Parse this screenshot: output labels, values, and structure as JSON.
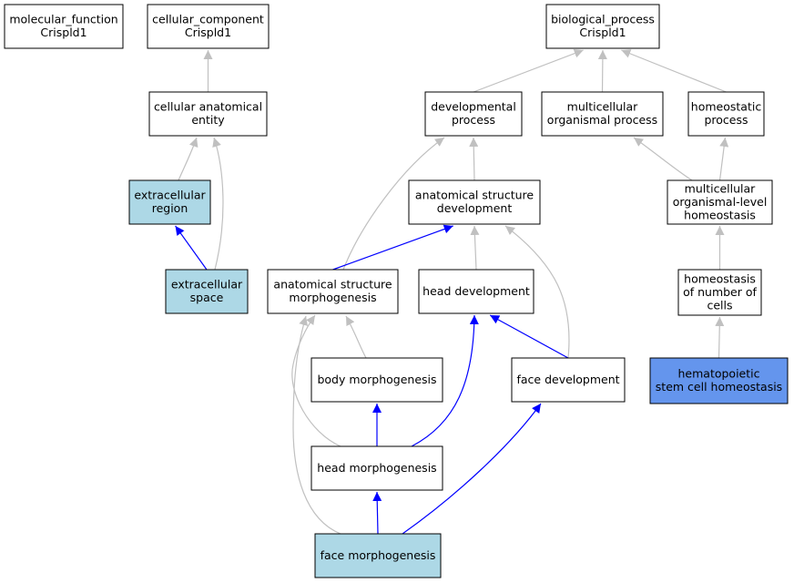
{
  "colors": {
    "default_fill": "#ffffff",
    "highlight_fill": "#add8e6",
    "focus_fill": "#6495ed",
    "gray_edge": "#c0c0c0",
    "blue_edge": "#0000ff"
  },
  "nodes": [
    {
      "id": "mf",
      "lines": [
        "molecular_function",
        "Crispld1"
      ],
      "style": "default"
    },
    {
      "id": "cc",
      "lines": [
        "cellular_component",
        "Crispld1"
      ],
      "style": "default"
    },
    {
      "id": "bp",
      "lines": [
        "biological_process",
        "Crispld1"
      ],
      "style": "default"
    },
    {
      "id": "cae",
      "lines": [
        "cellular anatomical",
        "entity"
      ],
      "style": "default"
    },
    {
      "id": "dp",
      "lines": [
        "developmental",
        "process"
      ],
      "style": "default"
    },
    {
      "id": "mop",
      "lines": [
        "multicellular",
        "organismal process"
      ],
      "style": "default"
    },
    {
      "id": "hp",
      "lines": [
        "homeostatic",
        "process"
      ],
      "style": "default"
    },
    {
      "id": "er",
      "lines": [
        "extracellular",
        "region"
      ],
      "style": "highlight"
    },
    {
      "id": "asd",
      "lines": [
        "anatomical structure",
        "development"
      ],
      "style": "default"
    },
    {
      "id": "molh",
      "lines": [
        "multicellular",
        "organismal-level",
        "homeostasis"
      ],
      "style": "default"
    },
    {
      "id": "es",
      "lines": [
        "extracellular",
        "space"
      ],
      "style": "highlight"
    },
    {
      "id": "asm",
      "lines": [
        "anatomical structure",
        "morphogenesis"
      ],
      "style": "default"
    },
    {
      "id": "hd",
      "lines": [
        "head development"
      ],
      "style": "default"
    },
    {
      "id": "hnc",
      "lines": [
        "homeostasis",
        "of number of",
        "cells"
      ],
      "style": "default"
    },
    {
      "id": "bm",
      "lines": [
        "body morphogenesis"
      ],
      "style": "default"
    },
    {
      "id": "fd",
      "lines": [
        "face development"
      ],
      "style": "default"
    },
    {
      "id": "hsch",
      "lines": [
        "hematopoietic",
        "stem cell homeostasis"
      ],
      "style": "focus"
    },
    {
      "id": "hm",
      "lines": [
        "head morphogenesis"
      ],
      "style": "default"
    },
    {
      "id": "fm",
      "lines": [
        "face morphogenesis"
      ],
      "style": "highlight"
    }
  ],
  "edges": [
    {
      "from": "cae",
      "to": "cc",
      "color": "gray"
    },
    {
      "from": "er",
      "to": "cae",
      "color": "gray"
    },
    {
      "from": "es",
      "to": "cae",
      "color": "gray"
    },
    {
      "from": "es",
      "to": "er",
      "color": "blue"
    },
    {
      "from": "dp",
      "to": "bp",
      "color": "gray"
    },
    {
      "from": "mop",
      "to": "bp",
      "color": "gray"
    },
    {
      "from": "hp",
      "to": "bp",
      "color": "gray"
    },
    {
      "from": "asd",
      "to": "dp",
      "color": "gray"
    },
    {
      "from": "asm",
      "to": "dp",
      "color": "gray"
    },
    {
      "from": "asm",
      "to": "asd",
      "color": "blue"
    },
    {
      "from": "hd",
      "to": "asd",
      "color": "gray"
    },
    {
      "from": "fd",
      "to": "asd",
      "color": "gray"
    },
    {
      "from": "fd",
      "to": "hd",
      "color": "blue"
    },
    {
      "from": "molh",
      "to": "mop",
      "color": "gray"
    },
    {
      "from": "molh",
      "to": "hp",
      "color": "gray"
    },
    {
      "from": "hnc",
      "to": "molh",
      "color": "gray"
    },
    {
      "from": "hsch",
      "to": "hnc",
      "color": "gray"
    },
    {
      "from": "bm",
      "to": "asm",
      "color": "gray"
    },
    {
      "from": "hm",
      "to": "asm",
      "color": "gray"
    },
    {
      "from": "fm",
      "to": "asm",
      "color": "gray"
    },
    {
      "from": "hm",
      "to": "bm",
      "color": "blue"
    },
    {
      "from": "hm",
      "to": "hd",
      "color": "blue"
    },
    {
      "from": "fm",
      "to": "hm",
      "color": "blue"
    },
    {
      "from": "fm",
      "to": "fd",
      "color": "blue"
    }
  ]
}
